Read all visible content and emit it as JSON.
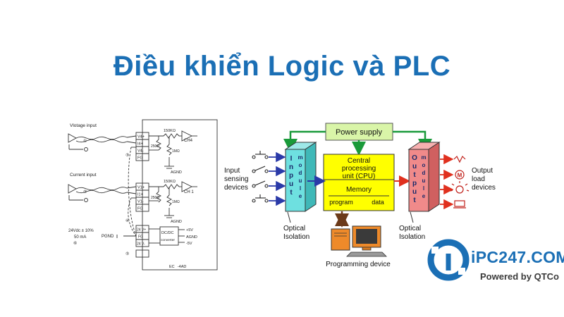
{
  "title": "Điều khiển Logic và PLC",
  "left_diagram": {
    "voltage_input": "Vlotage input",
    "current_input": "Current input",
    "pin_v4p": "V4+",
    "pin_i4p": "I4+",
    "pin_v4m": "V4-",
    "pin_fg1": "FG",
    "pin_v1p": "V1+",
    "pin_i1p": "I1+",
    "pin_v1m": "V1-",
    "pin_fg2": "FG",
    "res_150k_a": "150KΩ",
    "res_150k_b": "150KΩ",
    "res_250_a": "250Ω",
    "res_250_b": "250Ω",
    "res_1m_a": "1MΩ",
    "res_1m_b": "1MΩ",
    "ch4": "CH4",
    "ch1": "CH 1",
    "agnd_a": "AGND",
    "agnd_b": "AGND",
    "agnd_c": "AGND",
    "pgnd": "PGND",
    "supply": "24Vdc ± 10%",
    "supply_ma": "50 mA",
    "pin_24vp": "24 V+",
    "pin_fg3": "FG",
    "pin_24vm": "24 V-",
    "dcdc": "DC/DC",
    "converter": "converter",
    "plus5": "+5V",
    "minus5": "-5V",
    "model": "EC   -4AD",
    "num1": "①",
    "num2": "②",
    "num3": "③",
    "num4": "④",
    "num5": "⑤",
    "num6": "⑥"
  },
  "plc_diagram": {
    "power_supply": "Power supply",
    "cpu_line1": "Central",
    "cpu_line2": "processing",
    "cpu_line3": "unit (CPU)",
    "memory": "Memory",
    "program": "program",
    "data": "data",
    "input_module_letters": [
      "I",
      "n",
      "p",
      "u",
      "t"
    ],
    "input_module_word": [
      "m",
      "o",
      "d",
      "u",
      "l",
      "e"
    ],
    "output_module_letters": [
      "O",
      "u",
      "t",
      "p",
      "u",
      "t"
    ],
    "output_module_word": [
      "m",
      "o",
      "d",
      "u",
      "l",
      "e"
    ],
    "input_devices": [
      "Input",
      "sensing",
      "devices"
    ],
    "output_devices": [
      "Output",
      "load",
      "devices"
    ],
    "optical_in": [
      "Optical",
      "Isolation"
    ],
    "optical_out": [
      "Optical",
      "Isolation"
    ],
    "programming_device": "Programming device",
    "motor_symbol": "M"
  },
  "logo": {
    "brand": "iPC247.COM",
    "tagline": "Powered by QTCo"
  },
  "colors": {
    "title": "#1b6fb5",
    "cpu_fill": "#ffff00",
    "power_fill": "#d9f5a8",
    "input_fill": "#6ee0e0",
    "output_fill": "#f08a8a",
    "arrow_green": "#1a9a3a",
    "arrow_red": "#e0301e",
    "arrow_blue": "#2a3aa8",
    "logo_blue": "#1b6fb5"
  }
}
